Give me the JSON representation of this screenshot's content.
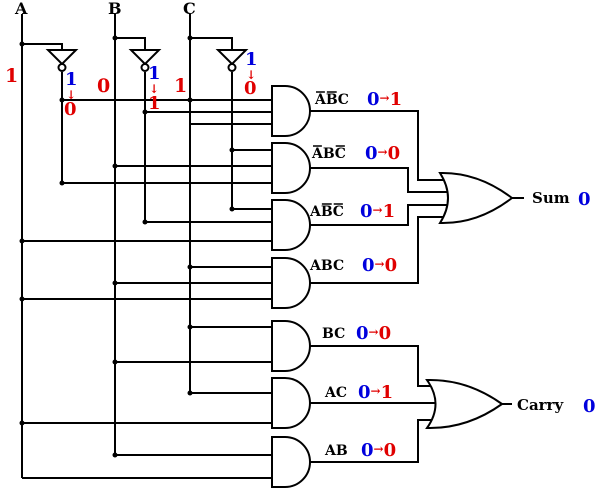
{
  "colors": {
    "red": "#e00000",
    "blue": "#0000dd",
    "black": "#000000"
  },
  "inputs": [
    {
      "name": "A",
      "value": "1",
      "not_change": {
        "from": "1",
        "arrow": "↓",
        "to": "0"
      }
    },
    {
      "name": "B",
      "value": "0",
      "not_change": {
        "from": "1",
        "arrow": "↓",
        "to": "1"
      }
    },
    {
      "name": "C",
      "value": "1",
      "not_change": {
        "from": "1",
        "arrow": "↓",
        "to": "0"
      }
    }
  ],
  "and_gates": [
    {
      "term_parts": [
        {
          "t": "A",
          "bar": true
        },
        {
          "t": "B",
          "bar": true
        },
        {
          "t": "C",
          "bar": false
        }
      ],
      "from": "0",
      "arrow": "→",
      "to": "1"
    },
    {
      "term_parts": [
        {
          "t": "A",
          "bar": true
        },
        {
          "t": "B",
          "bar": false
        },
        {
          "t": "C",
          "bar": true
        }
      ],
      "from": "0",
      "arrow": "→",
      "to": "0"
    },
    {
      "term_parts": [
        {
          "t": "A",
          "bar": false
        },
        {
          "t": "B",
          "bar": true
        },
        {
          "t": "C",
          "bar": true
        }
      ],
      "from": "0",
      "arrow": "→",
      "to": "1"
    },
    {
      "term_parts": [
        {
          "t": "ABC",
          "bar": false
        }
      ],
      "from": "0",
      "arrow": "→",
      "to": "0"
    },
    {
      "term_parts": [
        {
          "t": "BC",
          "bar": false
        }
      ],
      "from": "0",
      "arrow": "→",
      "to": "0"
    },
    {
      "term_parts": [
        {
          "t": "AC",
          "bar": false
        }
      ],
      "from": "0",
      "arrow": "→",
      "to": "1"
    },
    {
      "term_parts": [
        {
          "t": "AB",
          "bar": false
        }
      ],
      "from": "0",
      "arrow": "→",
      "to": "0"
    }
  ],
  "outputs": {
    "sum": {
      "label": "Sum",
      "value": "0"
    },
    "carry": {
      "label": "Carry",
      "value": "0"
    }
  }
}
